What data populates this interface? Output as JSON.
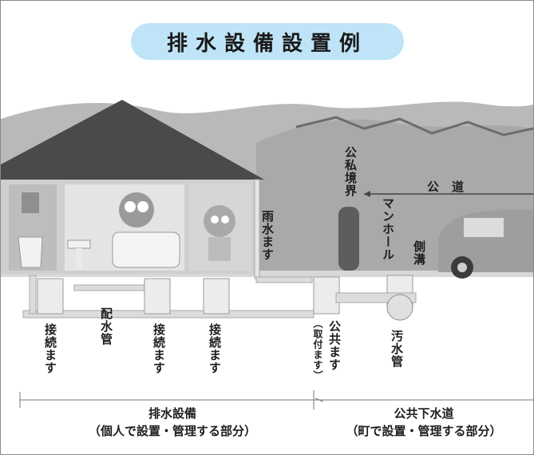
{
  "title": "排水設備設置例",
  "labels": {
    "rain_basin": "雨水ます",
    "boundary": "公私境界",
    "public_road": "公道",
    "manhole": "マンホール",
    "side_ditch": "側溝",
    "connect_1": "接続ます",
    "drain_pipe": "配水管",
    "connect_2": "接続ます",
    "connect_3": "接続ます",
    "attach": "（取付ます）",
    "public_basin": "公共ます",
    "sewage_pipe": "汚水管"
  },
  "sections": {
    "left_title": "排水設備",
    "left_note": "（個人で設置・管理する部分）",
    "right_title": "公共下水道",
    "right_note": "（町で設置・管理する部分）"
  },
  "colors": {
    "title_bg": "#bfe4f7",
    "roof": "#4a4a4a",
    "house": "#c9c9c9",
    "ground": "#ffffff",
    "pipe": "#dcdcdc"
  }
}
